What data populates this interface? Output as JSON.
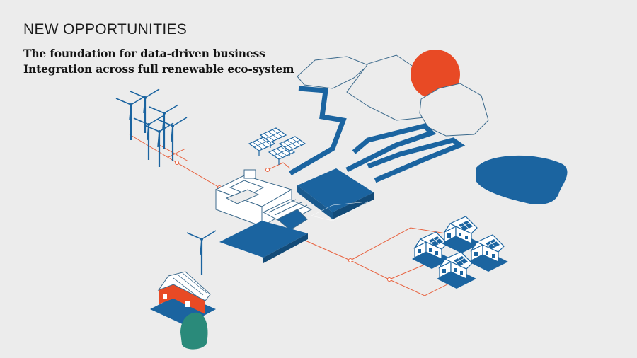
{
  "header": {
    "title": "NEW OPPORTUNITIES",
    "subtitle_line1": "The foundation for data-driven business",
    "subtitle_line2": "Integration across full renewable eco-system"
  },
  "colors": {
    "background": "#ececec",
    "navy": "#1b64a0",
    "outline": "#3c6a8c",
    "connector": "#e8623f",
    "sun": "#e84a25",
    "barn": "#e84a25",
    "bush": "#2a8a7a"
  },
  "icons": [
    "wind-turbine-icon",
    "solar-panel-icon",
    "data-center-icon",
    "hydro-plant-icon",
    "mountain-icon",
    "sun-icon",
    "lake-icon",
    "house-icon",
    "barn-icon",
    "tree-icon"
  ]
}
